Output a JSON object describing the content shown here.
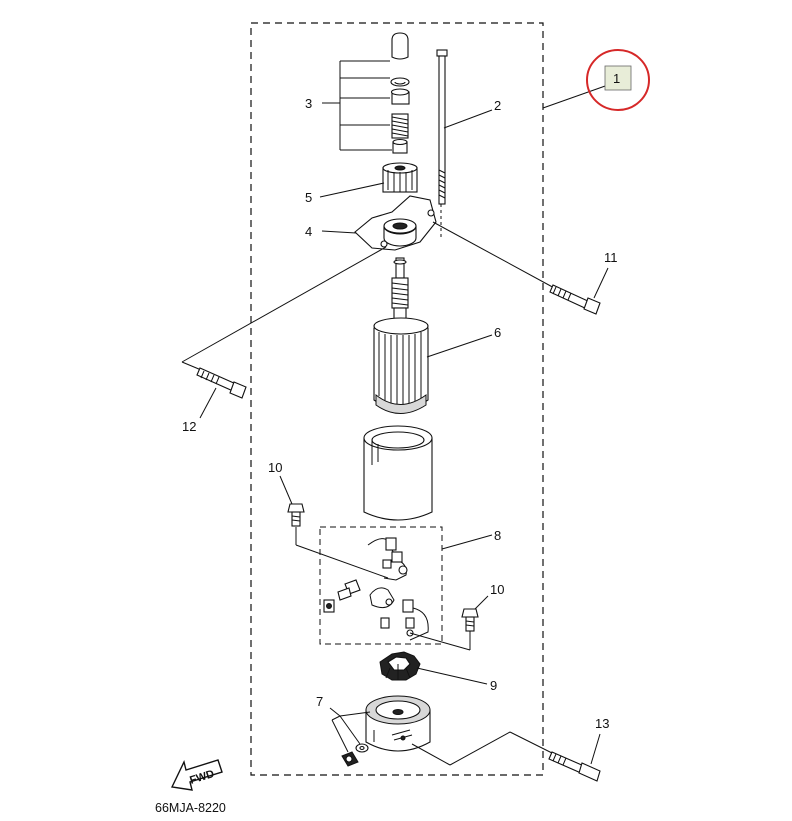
{
  "diagram": {
    "drawing_code": "66MJA-8220",
    "fwd_label": "FWD",
    "callouts": {
      "c1": "1",
      "c2": "2",
      "c3": "3",
      "c4": "4",
      "c5": "5",
      "c6": "6",
      "c7": "7",
      "c8": "8",
      "c9": "9",
      "c10a": "10",
      "c10b": "10",
      "c11": "11",
      "c12": "12",
      "c13": "13"
    },
    "highlight_color": "#d62828",
    "label_box_color": "#e8edd8"
  }
}
